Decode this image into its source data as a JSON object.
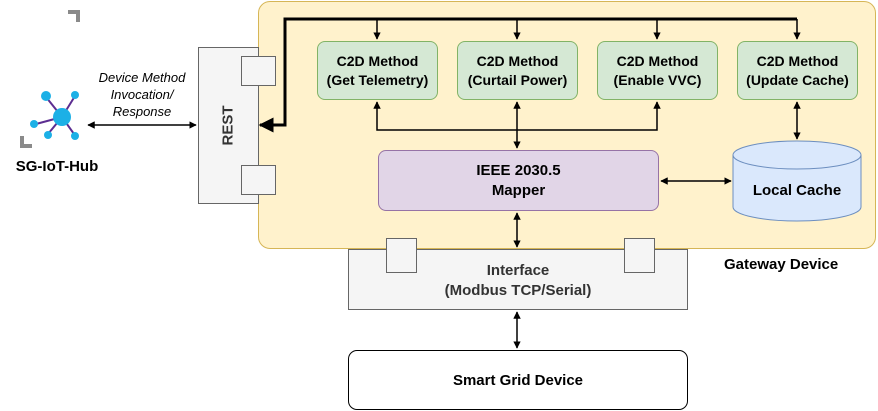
{
  "hub": {
    "label": "SG-IoT-Hub",
    "icon": "iot-hub-icon"
  },
  "invocation": {
    "line1": "Device Method",
    "line2": "Invocation/",
    "line3": "Response"
  },
  "rest": {
    "label": "REST"
  },
  "gateway": {
    "label": "Gateway Device"
  },
  "methods": [
    {
      "line1": "C2D Method",
      "line2": "(Get Telemetry)"
    },
    {
      "line1": "C2D Method",
      "line2": "(Curtail Power)"
    },
    {
      "line1": "C2D Method",
      "line2": "(Enable VVC)"
    },
    {
      "line1": "C2D Method",
      "line2": "(Update Cache)"
    }
  ],
  "mapper": {
    "line1": "IEEE 2030.5",
    "line2": "Mapper"
  },
  "cache": {
    "label": "Local Cache"
  },
  "interface": {
    "line1": "Interface",
    "line2": "(Modbus TCP/Serial)"
  },
  "device": {
    "label": "Smart Grid Device"
  },
  "colors": {
    "gateway_fill": "#fff2cc",
    "gateway_stroke": "#d6b656",
    "method_fill": "#d5e8d4",
    "method_stroke": "#82b366",
    "mapper_fill": "#e1d5e7",
    "mapper_stroke": "#9673a6",
    "cache_fill": "#dae8fc",
    "cache_stroke": "#6c8ebf",
    "hub_accent": "#1cb0e6",
    "hub_purple": "#5c2d91"
  }
}
